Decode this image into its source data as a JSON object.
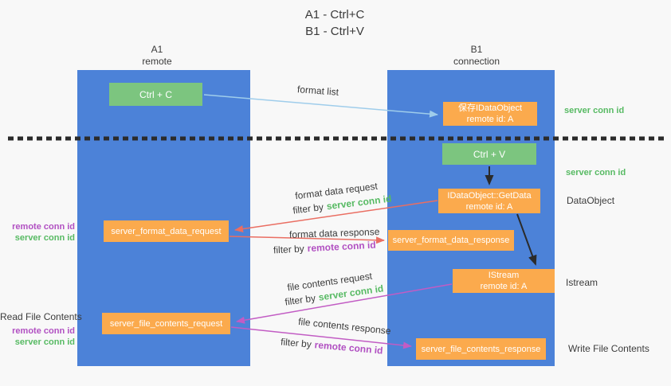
{
  "title": {
    "line1": "A1 - Ctrl+C",
    "line2": "B1 - Ctrl+V"
  },
  "lifelines": {
    "a": {
      "name": "A1",
      "role": "remote"
    },
    "b": {
      "name": "B1",
      "role": "connection"
    }
  },
  "boxes": {
    "ctrl_c": {
      "label": "Ctrl + C"
    },
    "ctrl_v": {
      "label": "Ctrl + V"
    },
    "save_idataobject": {
      "line1": "保存IDataObject",
      "line2": "remote id: A"
    },
    "idataobject_getdata": {
      "line1": "IDataObject::GetData",
      "line2": "remote id: A"
    },
    "istream": {
      "line1": "IStream",
      "line2": "remote id: A"
    },
    "server_format_data_request": {
      "label": "server_format_data_request"
    },
    "server_format_data_response": {
      "label": "server_format_data_response"
    },
    "server_file_contents_request": {
      "label": "server_file_contents_request"
    },
    "server_file_contents_response": {
      "label": "server_file_contents_response"
    }
  },
  "arrow_labels": {
    "format_list": "format list",
    "format_data_request": "format data request",
    "format_data_response": "format data response",
    "file_contents_request": "file contents request",
    "file_contents_response": "file contents response",
    "filter_by": "filter by",
    "server_conn_id": "server conn id",
    "remote_conn_id": "remote conn id"
  },
  "side_labels": {
    "server_conn_id_top": "server conn id",
    "server_conn_id_mid": "server conn id",
    "dataobject": "DataObject",
    "istream": "Istream",
    "write_file_contents": "Write File Contents",
    "read_file_contents": "Read File Contents",
    "mid_left": {
      "remote_conn_id": "remote conn id",
      "server_conn_id": "server conn id"
    },
    "bottom_left": {
      "remote_conn_id": "remote conn id",
      "server_conn_id": "server conn id"
    }
  },
  "colors": {
    "lifeline_blue": "#4c82d8",
    "action_green": "#7cc57f",
    "message_orange": "#fbaa4d",
    "arrow_light_blue": "#9fcdeb",
    "arrow_red": "#ea6e62",
    "arrow_magenta": "#c25cc4",
    "arrow_black": "#2b2b2b",
    "text_green": "#57ba63",
    "text_purple": "#b150c2",
    "text_dark": "#3c3c3c"
  }
}
